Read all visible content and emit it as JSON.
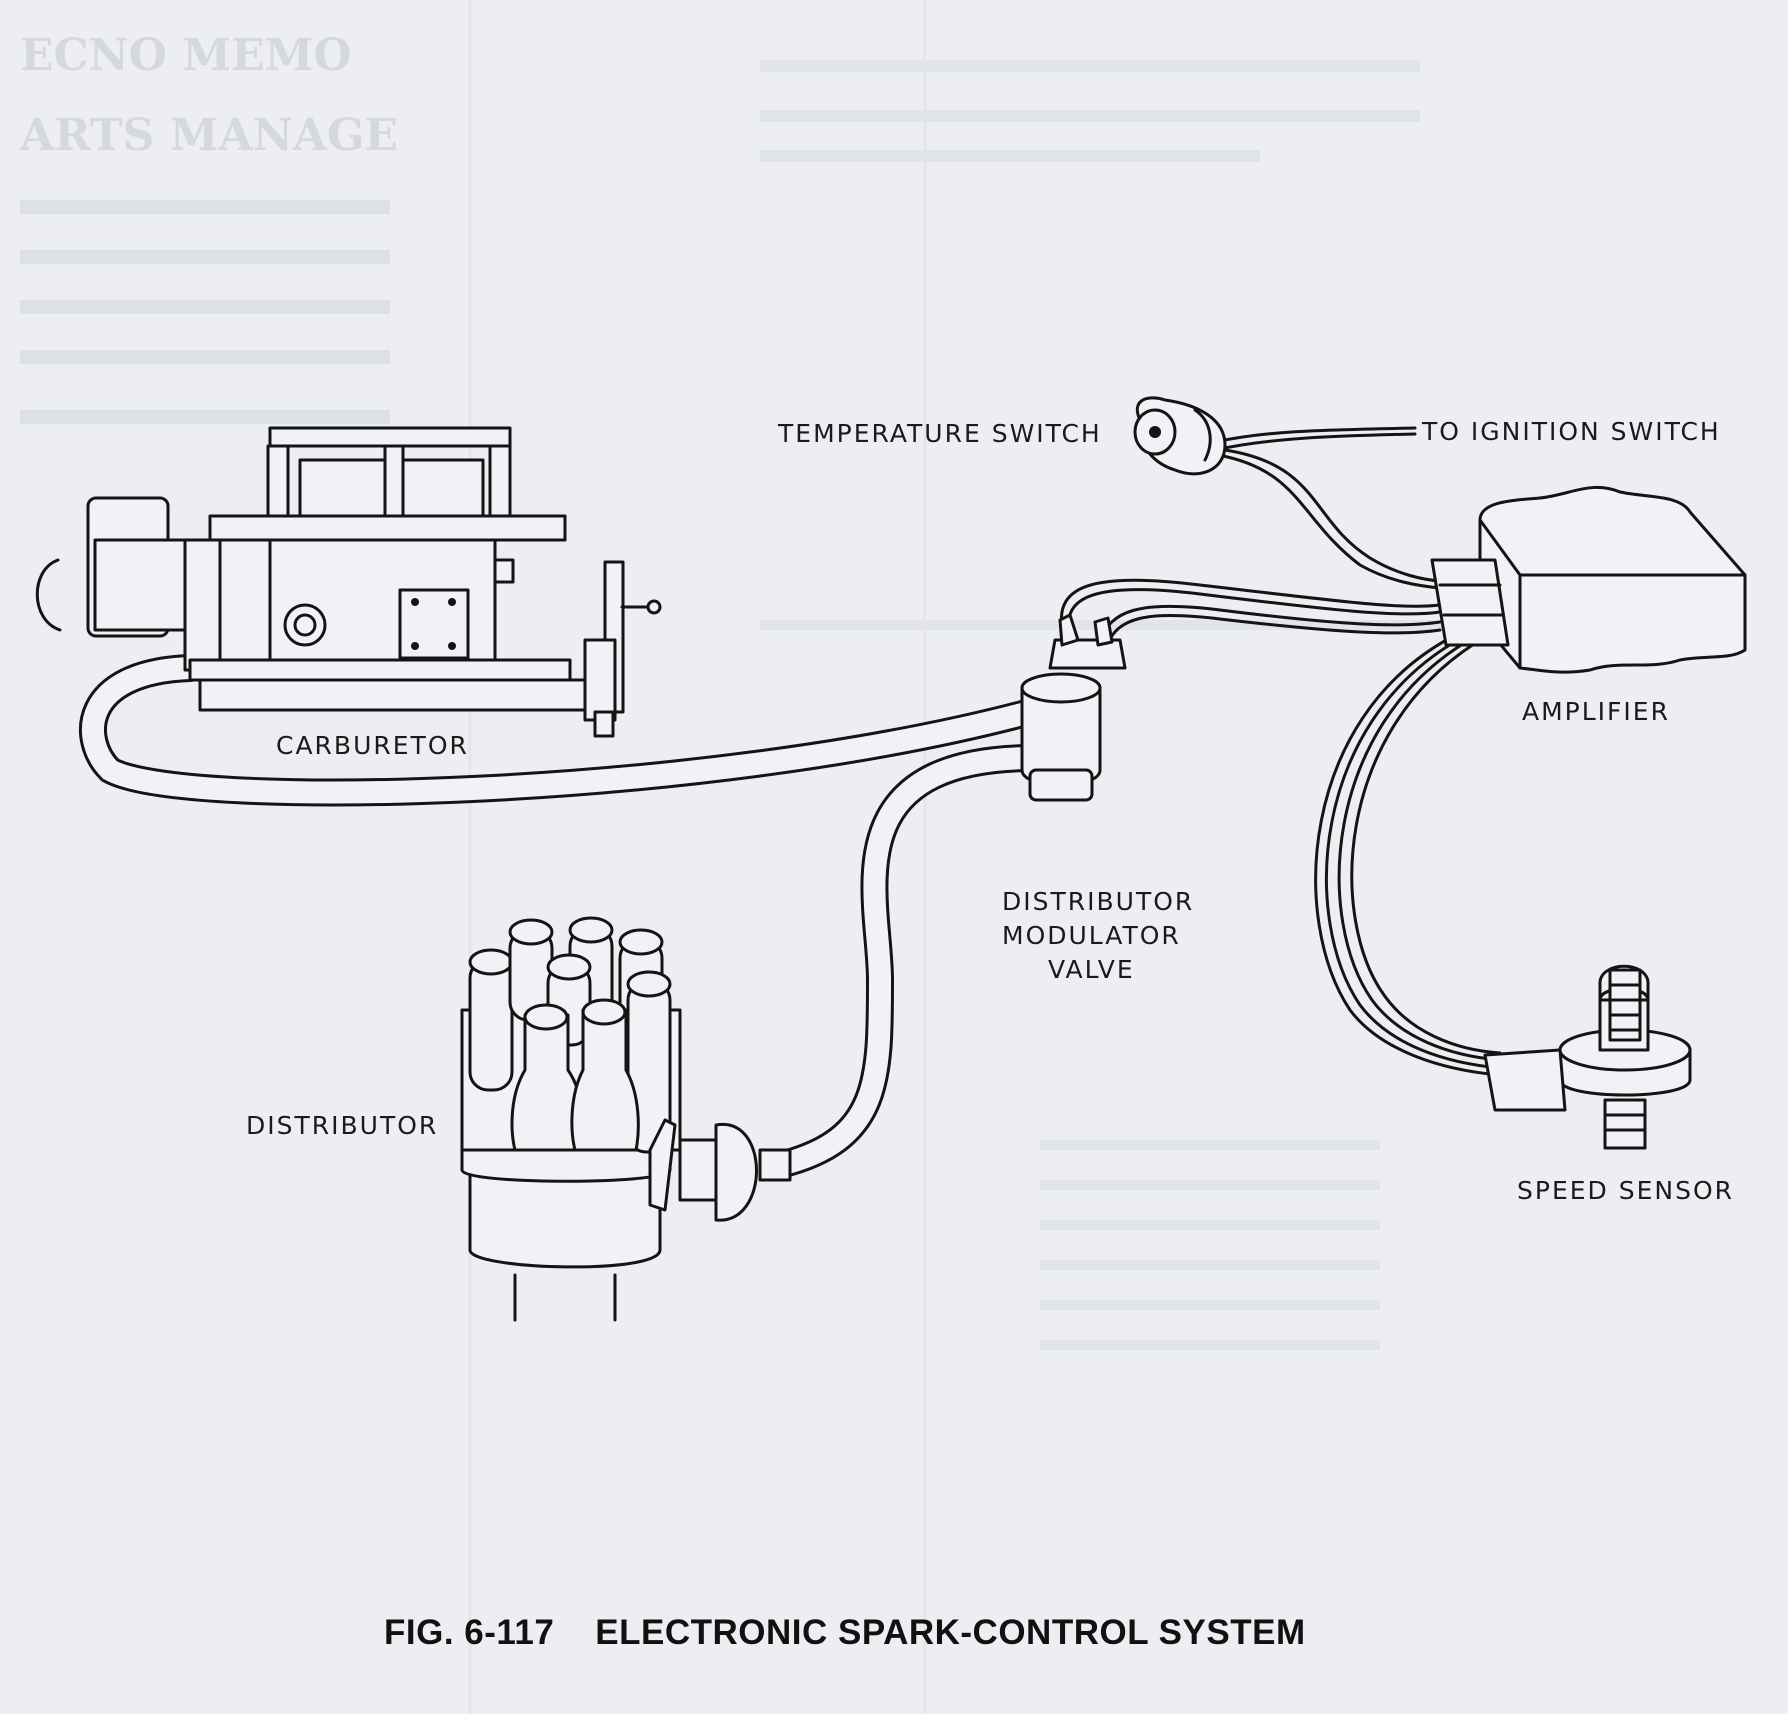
{
  "figure": {
    "caption": "FIG. 6-117    ELECTRONIC SPARK-CONTROL SYSTEM"
  },
  "labels": {
    "temperature_switch": "TEMPERATURE SWITCH",
    "to_ignition_switch": "TO IGNITION SWITCH",
    "carburetor": "CARBURETOR",
    "amplifier": "AMPLIFIER",
    "modulator_line1": "DISTRIBUTOR",
    "modulator_line2": "MODULATOR",
    "modulator_line3": "VALVE",
    "distributor": "DISTRIBUTOR",
    "speed_sensor": "SPEED SENSOR"
  },
  "colors": {
    "paper": "#eceef2",
    "ink": "#141414"
  }
}
